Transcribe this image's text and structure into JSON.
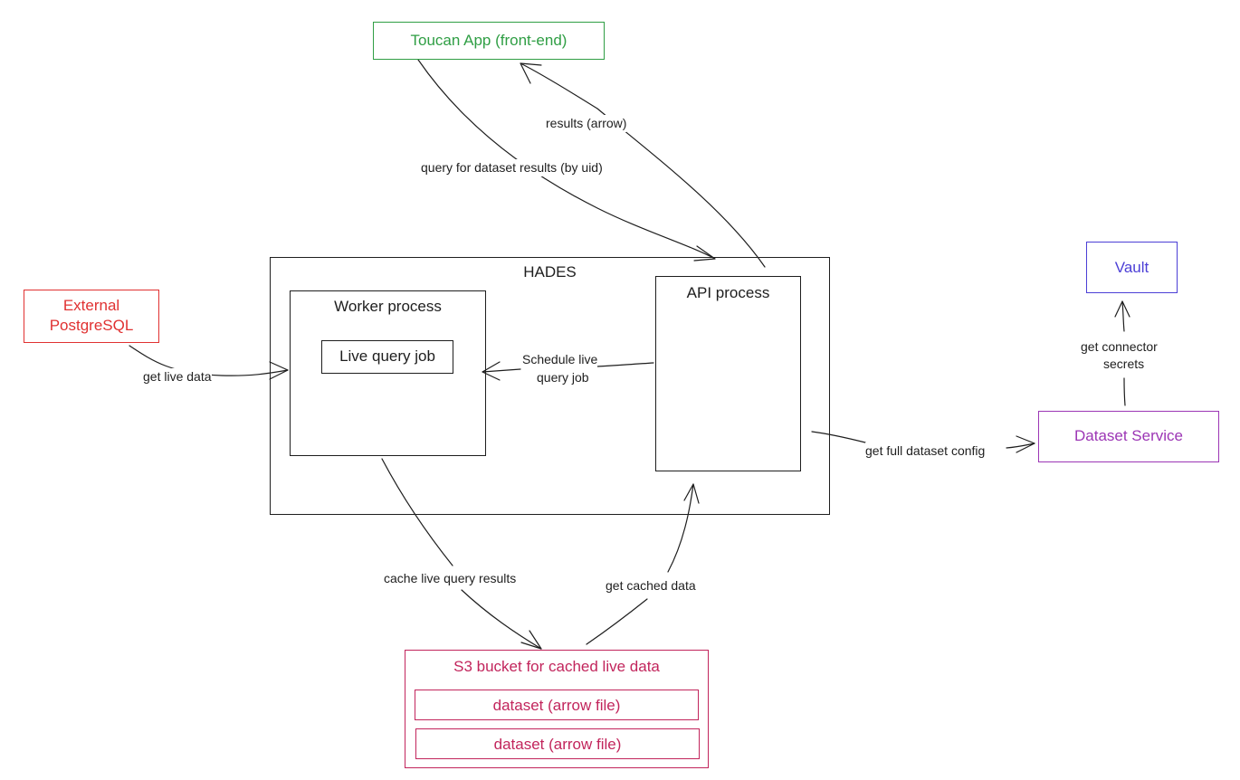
{
  "nodes": {
    "toucan_app": {
      "label": "Toucan App (front-end)",
      "color": "#2f9e44"
    },
    "hades": {
      "label": "HADES",
      "color": "#1e1e1e"
    },
    "worker": {
      "label": "Worker process",
      "color": "#1e1e1e"
    },
    "live_query_job": {
      "label": "Live query job",
      "color": "#1e1e1e"
    },
    "api": {
      "label": "API process",
      "color": "#1e1e1e"
    },
    "external_pg": {
      "label_line1": "External",
      "label_line2": "PostgreSQL",
      "color": "#e03131"
    },
    "vault": {
      "label": "Vault",
      "color": "#4c3fd6"
    },
    "dataset_service": {
      "label": "Dataset Service",
      "color": "#9c36b5"
    },
    "s3": {
      "label": "S3 bucket for cached live data",
      "color": "#c2255c",
      "items": [
        "dataset (arrow file)",
        "dataset (arrow file)"
      ]
    }
  },
  "edges": {
    "results": "results (arrow)",
    "query_dataset": "query for dataset results (by uid)",
    "get_live_data": "get live data",
    "schedule_line1": "Schedule live",
    "schedule_line2": "query job",
    "get_connector_line1": "get connector",
    "get_connector_line2": "secrets",
    "get_full_config": "get full dataset config",
    "cache_results": "cache live query results",
    "get_cached": "get cached data"
  }
}
